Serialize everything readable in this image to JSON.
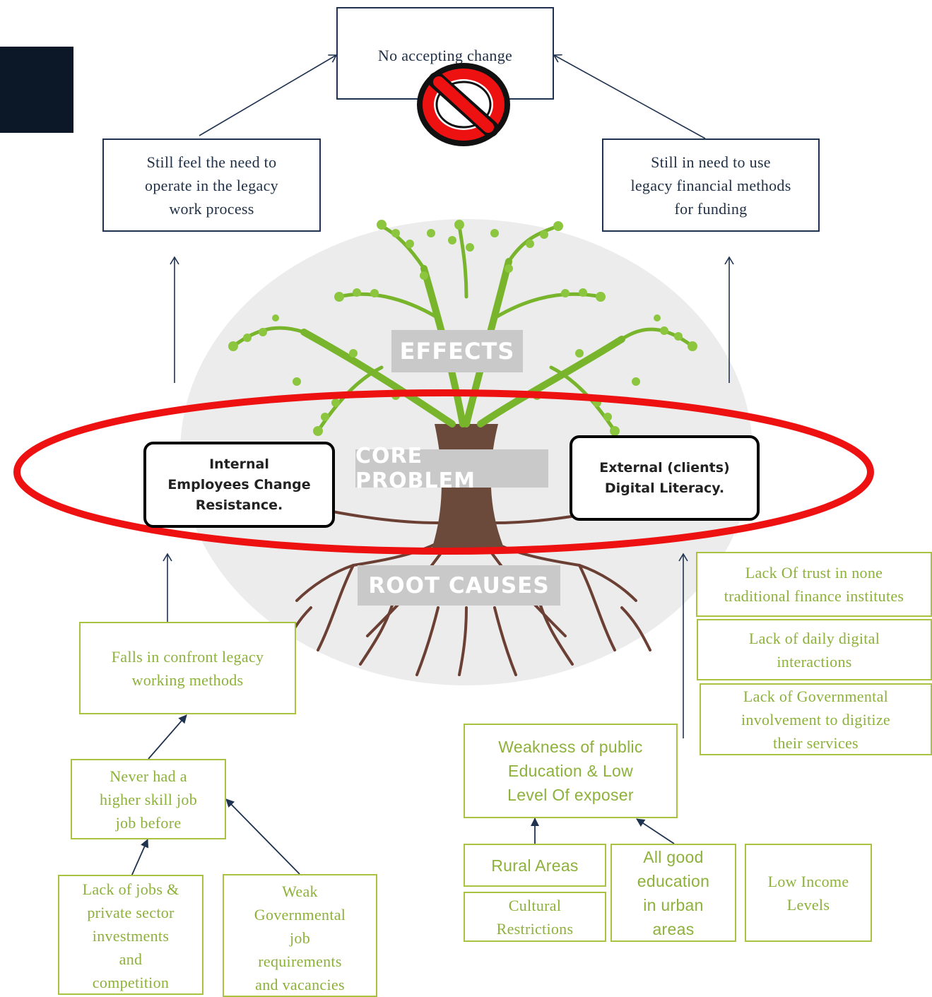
{
  "effect_top": "No accepting change",
  "effects": {
    "left": "Still feel the need to\noperate in the legacy\nwork process",
    "right": "Still in need to use\nlegacy financial methods\nfor funding"
  },
  "tree_labels": {
    "effects": "EFFECTS",
    "core": "CORE PROBLEM",
    "roots": "ROOT CAUSES"
  },
  "core_problems": {
    "internal": "Internal\nEmployees Change\nResistance.",
    "external": "External (clients)\nDigital Literacy."
  },
  "left_causes": {
    "falls": "Falls in confront legacy\nworking methods",
    "never_had": "Never had a\nhigher skill job\njob before",
    "lack_jobs": "Lack of jobs &\nprivate sector\ninvestments\nand\ncompetition",
    "weak_gov": "Weak\nGovernmental\njob\nrequirements\nand vacancies"
  },
  "right_causes": {
    "lack_trust": "Lack Of trust in none\ntraditional finance institutes",
    "lack_daily": "Lack of daily digital\ninteractions",
    "lack_gov": "Lack of Governmental\ninvolvement to digitize\ntheir services",
    "weakness": "Weakness of public\nEducation & Low\nLevel Of exposer",
    "rural": "Rural Areas",
    "cultural": "Cultural\nRestrictions",
    "urban": "All good\neducation\nin urban\nareas",
    "low_income": "Low Income\nLevels"
  },
  "colors": {
    "navy": "#1f3350",
    "green_border": "#a9c23f",
    "green_text": "#8db13a",
    "highlight_red": "#ee1111",
    "tree_green": "#7cb82f",
    "trunk_brown": "#6b4a3c"
  },
  "icons": [
    "no-entry-icon",
    "tree-illustration"
  ]
}
